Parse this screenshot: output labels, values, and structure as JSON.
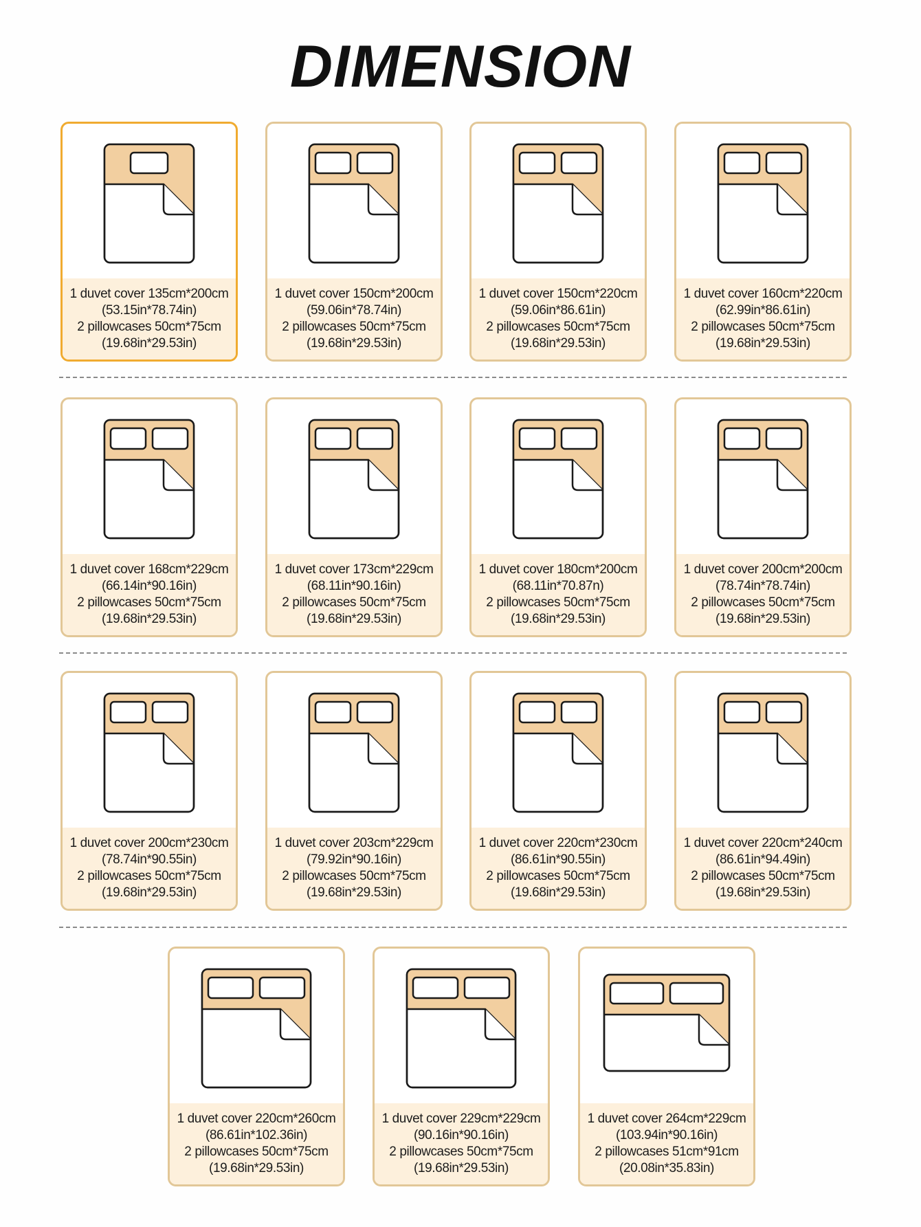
{
  "title": "DIMENSION",
  "colors": {
    "border": "#e2c797",
    "selected_border": "#f0ab30",
    "info_bg": "#fdf0dc",
    "bed_top": "#f2cfa0"
  },
  "cards": [
    {
      "duvet": "1 duvet cover 135cm*200cm",
      "duvet_in": "(53.15in*78.74in)",
      "pillow": "2 pillowcases 50cm*75cm",
      "pillow_in": "(19.68in*29.53in)",
      "pillow_shapes": 1,
      "selected": true
    },
    {
      "duvet": "1 duvet cover 150cm*200cm",
      "duvet_in": "(59.06in*78.74in)",
      "pillow": "2 pillowcases 50cm*75cm",
      "pillow_in": "(19.68in*29.53in)",
      "pillow_shapes": 2
    },
    {
      "duvet": "1 duvet cover 150cm*220cm",
      "duvet_in": "(59.06in*86.61in)",
      "pillow": "2 pillowcases 50cm*75cm",
      "pillow_in": "(19.68in*29.53in)",
      "pillow_shapes": 2
    },
    {
      "duvet": "1 duvet cover 160cm*220cm",
      "duvet_in": "(62.99in*86.61in)",
      "pillow": "2 pillowcases 50cm*75cm",
      "pillow_in": "(19.68in*29.53in)",
      "pillow_shapes": 2
    },
    {
      "duvet": "1 duvet cover 168cm*229cm",
      "duvet_in": "(66.14in*90.16in)",
      "pillow": "2 pillowcases 50cm*75cm",
      "pillow_in": "(19.68in*29.53in)",
      "pillow_shapes": 2
    },
    {
      "duvet": "1 duvet cover 173cm*229cm",
      "duvet_in": "(68.11in*90.16in)",
      "pillow": "2 pillowcases 50cm*75cm",
      "pillow_in": "(19.68in*29.53in)",
      "pillow_shapes": 2
    },
    {
      "duvet": "1 duvet cover 180cm*200cm",
      "duvet_in": "(68.11in*70.87n)",
      "pillow": "2 pillowcases 50cm*75cm",
      "pillow_in": "(19.68in*29.53in)",
      "pillow_shapes": 2
    },
    {
      "duvet": "1 duvet cover 200cm*200cm",
      "duvet_in": "(78.74in*78.74in)",
      "pillow": "2 pillowcases 50cm*75cm",
      "pillow_in": "(19.68in*29.53in)",
      "pillow_shapes": 2
    },
    {
      "duvet": "1 duvet cover 200cm*230cm",
      "duvet_in": "(78.74in*90.55in)",
      "pillow": "2 pillowcases 50cm*75cm",
      "pillow_in": "(19.68in*29.53in)",
      "pillow_shapes": 2
    },
    {
      "duvet": "1 duvet cover 203cm*229cm",
      "duvet_in": "(79.92in*90.16in)",
      "pillow": "2 pillowcases 50cm*75cm",
      "pillow_in": "(19.68in*29.53in)",
      "pillow_shapes": 2
    },
    {
      "duvet": "1 duvet cover 220cm*230cm",
      "duvet_in": "(86.61in*90.55in)",
      "pillow": "2 pillowcases 50cm*75cm",
      "pillow_in": "(19.68in*29.53in)",
      "pillow_shapes": 2
    },
    {
      "duvet": "1 duvet cover 220cm*240cm",
      "duvet_in": "(86.61in*94.49in)",
      "pillow": "2 pillowcases 50cm*75cm",
      "pillow_in": "(19.68in*29.53in)",
      "pillow_shapes": 2
    },
    {
      "duvet": "1 duvet cover 220cm*260cm",
      "duvet_in": "(86.61in*102.36in)",
      "pillow": "2 pillowcases 50cm*75cm",
      "pillow_in": "(19.68in*29.53in)",
      "pillow_shapes": 2
    },
    {
      "duvet": "1 duvet cover 229cm*229cm",
      "duvet_in": "(90.16in*90.16in)",
      "pillow": "2 pillowcases 50cm*75cm",
      "pillow_in": "(19.68in*29.53in)",
      "pillow_shapes": 2
    },
    {
      "duvet": "1 duvet cover 264cm*229cm",
      "duvet_in": "(103.94in*90.16in)",
      "pillow": "2 pillowcases 51cm*91cm",
      "pillow_in": "(20.08in*35.83in)",
      "pillow_shapes": 2
    }
  ]
}
